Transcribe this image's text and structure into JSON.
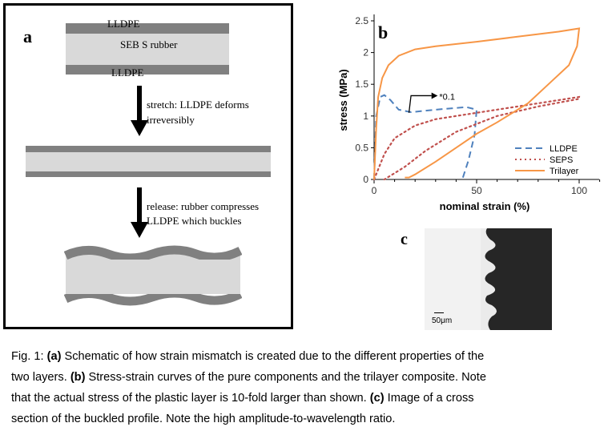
{
  "panel_a": {
    "label": "a",
    "top_layer": "LLDPE",
    "middle_layer": "SEB S rubber",
    "bottom_layer": "LLDPE",
    "step1": [
      "stretch: LLDPE deforms",
      "irreversibly"
    ],
    "step2": [
      "release: rubber compresses",
      "LLDPE which buckles"
    ],
    "colors": {
      "outer": "#808080",
      "rubber": "#d9d9d9"
    }
  },
  "panel_b": {
    "label": "b"
  },
  "panel_c": {
    "label": "c",
    "scale_bar": "50μm"
  },
  "chart_data": {
    "type": "line",
    "xlabel": "nominal strain (%)",
    "ylabel": "stress (MPa)",
    "xlim": [
      0,
      110
    ],
    "ylim": [
      0,
      2.5
    ],
    "xticks": [
      "0",
      "50",
      "100"
    ],
    "yticks": [
      "0",
      "0.5",
      "1",
      "1.5",
      "2",
      "2.5"
    ],
    "legend_position": "bottom-right",
    "annotation": "*0.1",
    "series": [
      {
        "name": "LLDPE",
        "style": "dashed",
        "color": "#4f81bd",
        "x": [
          0,
          1,
          3,
          5,
          8,
          12,
          18,
          30,
          45,
          50,
          49,
          46,
          43
        ],
        "y": [
          0,
          1.0,
          1.3,
          1.33,
          1.25,
          1.1,
          1.06,
          1.1,
          1.14,
          1.1,
          0.7,
          0.3,
          0
        ]
      },
      {
        "name": "SEPS",
        "style": "dotted",
        "color": "#c0504d",
        "x": [
          0,
          5,
          10,
          20,
          30,
          50,
          70,
          100,
          100,
          80,
          60,
          40,
          25,
          15,
          5
        ],
        "y": [
          0,
          0.4,
          0.65,
          0.85,
          0.95,
          1.05,
          1.15,
          1.3,
          1.27,
          1.15,
          1.0,
          0.75,
          0.45,
          0.2,
          0
        ]
      },
      {
        "name": "Trilayer",
        "style": "solid",
        "color": "#f79646",
        "x": [
          0,
          1,
          2,
          4,
          7,
          12,
          20,
          30,
          50,
          70,
          90,
          100,
          99,
          95,
          85,
          75,
          60,
          50,
          40,
          30,
          20,
          17,
          15
        ],
        "y": [
          0,
          0.8,
          1.3,
          1.6,
          1.8,
          1.95,
          2.05,
          2.1,
          2.17,
          2.25,
          2.33,
          2.38,
          2.1,
          1.8,
          1.5,
          1.2,
          0.9,
          0.72,
          0.5,
          0.28,
          0.08,
          0.03,
          0.03
        ]
      }
    ]
  },
  "caption": [
    [
      {
        "t": "Fig. 1: ",
        "b": false
      },
      {
        "t": "(a)",
        "b": true
      },
      {
        "t": " Schematic of how strain mismatch is created due to the different properties of the",
        "b": false
      }
    ],
    [
      {
        "t": "two layers. ",
        "b": false
      },
      {
        "t": "(b)",
        "b": true
      },
      {
        "t": " Stress-strain curves of the pure components and the trilayer composite. Note",
        "b": false
      }
    ],
    [
      {
        "t": "that the actual stress of the plastic layer is 10-fold larger than shown. ",
        "b": false
      },
      {
        "t": "(c)",
        "b": true
      },
      {
        "t": " Image of a cross",
        "b": false
      }
    ],
    [
      {
        "t": "section of the buckled profile. Note the high amplitude-to-wavelength ratio.",
        "b": false
      }
    ]
  ]
}
